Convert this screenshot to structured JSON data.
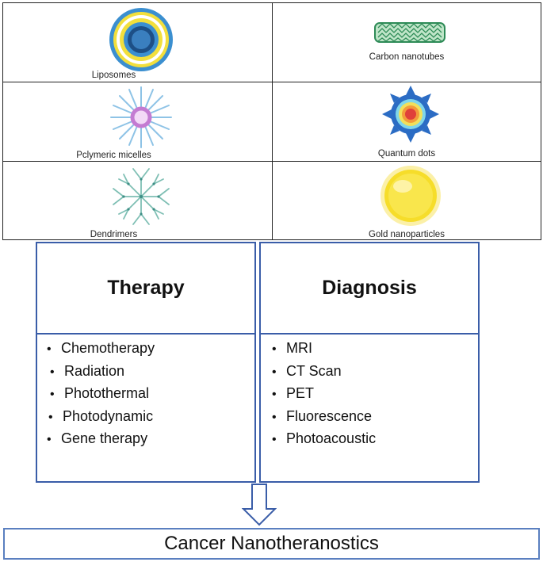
{
  "nanoparticles": {
    "liposomes": "Liposomes",
    "carbon_nanotubes": "Carbon nanotubes",
    "polymeric_micelles": "Pclymeric micelles",
    "quantum_dots": "Quantum dots",
    "dendrimers": "Dendrimers",
    "gold_nanoparticles": "Gold nanoparticles"
  },
  "therapy": {
    "title": "Therapy",
    "items": [
      "Chemotherapy",
      "Radiation",
      "Photothermal",
      "Photodynamic",
      "Gene therapy"
    ]
  },
  "diagnosis": {
    "title": "Diagnosis",
    "items": [
      "MRI",
      "CT Scan",
      "PET",
      "Fluorescence",
      "Photoacoustic"
    ]
  },
  "result": "Cancer Nanotheranostics",
  "colors": {
    "panel_border": "#3a5da8",
    "liposome_blue": "#3b8fd0",
    "liposome_yellow": "#f2df3c",
    "nanotube_green": "#2e8b57",
    "micelle_blue": "#8ec3e6",
    "micelle_pink": "#c47bd2",
    "qdot_blue": "#2b6cc4",
    "qdot_red": "#e0403a",
    "dendrimer_teal": "#7fbfb4",
    "gold": "#f6dd2a"
  }
}
